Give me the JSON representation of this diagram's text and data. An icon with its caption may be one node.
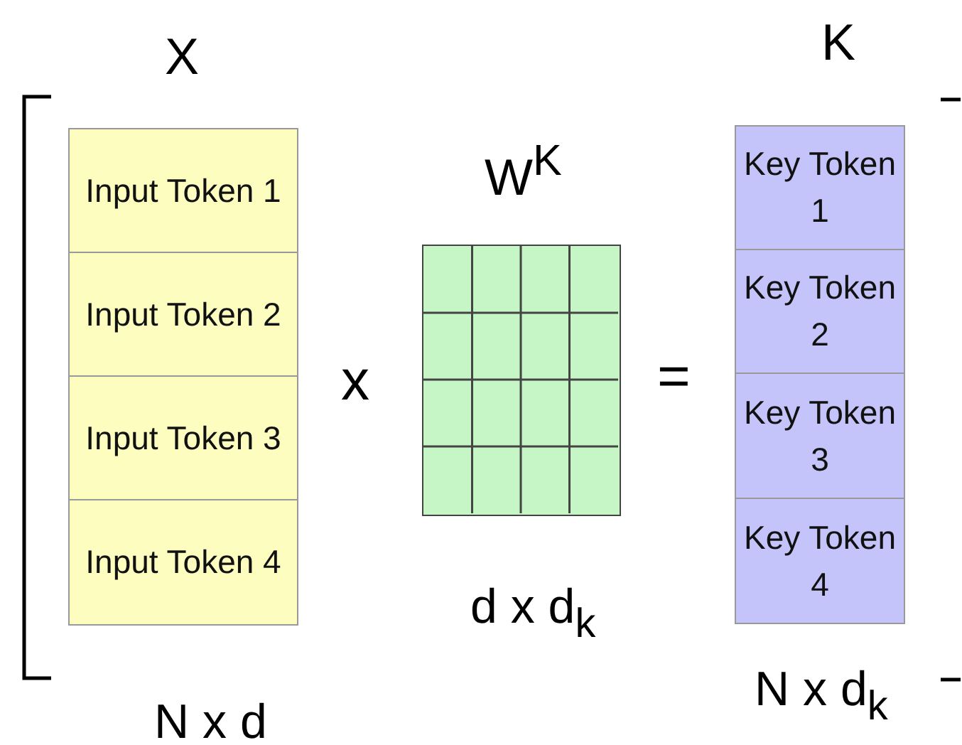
{
  "diagram": {
    "nodes": [
      {
        "text": [
          "Input Token 1"
        ]
      },
      {
        "text": [
          "Input Token 2"
        ]
      },
      {
        "text": [
          "Input Token 3"
        ]
      },
      {
        "text": [
          "Input Token 4"
        ]
      },
      {
        "text": [],
        "shape": "box"
      },
      {
        "text": [
          "Key Token 1"
        ]
      },
      {
        "text": [
          "Key Token 2"
        ]
      },
      {
        "text": [
          "Key Token 3"
        ]
      },
      {
        "text": [
          "Key Token 4"
        ]
      }
    ],
    "edges": [],
    "labels": [
      "X",
      "K",
      "W$^{K}$",
      "x",
      "=",
      "d x d$_{k}$",
      "N x d$_{k}$",
      "N x d"
    ]
  }
}
